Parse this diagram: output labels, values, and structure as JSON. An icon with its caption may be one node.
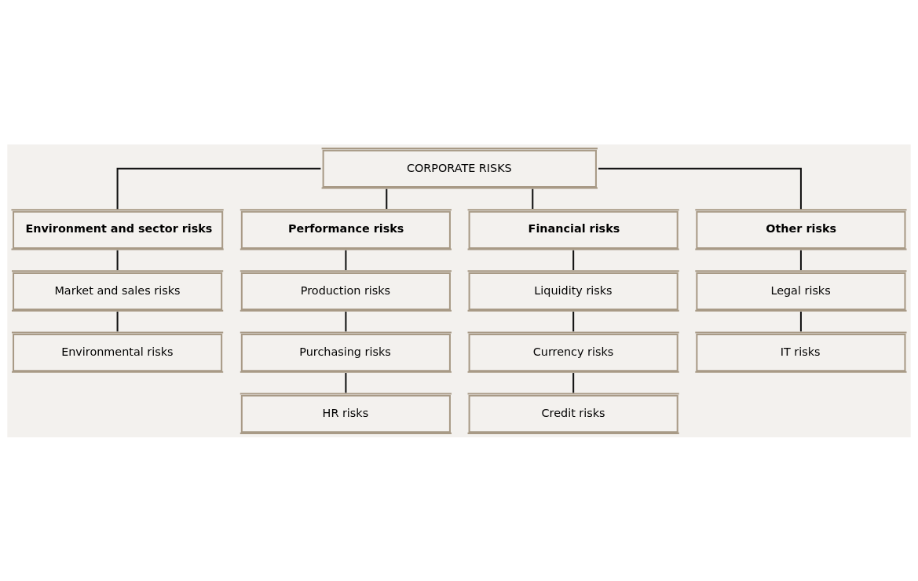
{
  "diagram": {
    "nodes": [
      {
        "text": [
          "CORPORATE RISKS"
        ]
      },
      {
        "text": [
          "Environment and sector risks"
        ]
      },
      {
        "text": [
          "Performance risks"
        ]
      },
      {
        "text": [
          "Financial risks"
        ]
      },
      {
        "text": [
          "Other risks"
        ]
      },
      {
        "text": [
          "Market and sales risks"
        ]
      },
      {
        "text": [
          "Production risks"
        ]
      },
      {
        "text": [
          "Liquidity risks"
        ]
      },
      {
        "text": [
          "Legal risks"
        ]
      },
      {
        "text": [
          "Environmental risks"
        ]
      },
      {
        "text": [
          "Purchasing risks"
        ]
      },
      {
        "text": [
          "Currency risks"
        ]
      },
      {
        "text": [
          "IT risks"
        ]
      },
      {
        "text": [
          "HR risks"
        ]
      },
      {
        "text": [
          "Credit risks"
        ]
      }
    ],
    "edges": [
      {
        "from": 0,
        "to": 1,
        "arrow": "none"
      },
      {
        "from": 0,
        "to": 2,
        "arrow": "none"
      },
      {
        "from": 0,
        "to": 3,
        "arrow": "none"
      },
      {
        "from": 0,
        "to": 4,
        "arrow": "none"
      },
      {
        "from": 1,
        "to": 5,
        "arrow": "none"
      },
      {
        "from": 5,
        "to": 9,
        "arrow": "none"
      },
      {
        "from": 2,
        "to": 6,
        "arrow": "none"
      },
      {
        "from": 6,
        "to": 10,
        "arrow": "none"
      },
      {
        "from": 10,
        "to": 13,
        "arrow": "none"
      },
      {
        "from": 3,
        "to": 7,
        "arrow": "none"
      },
      {
        "from": 7,
        "to": 11,
        "arrow": "none"
      },
      {
        "from": 11,
        "to": 14,
        "arrow": "none"
      },
      {
        "from": 4,
        "to": 8,
        "arrow": "none"
      },
      {
        "from": 8,
        "to": 12,
        "arrow": "none"
      }
    ]
  }
}
